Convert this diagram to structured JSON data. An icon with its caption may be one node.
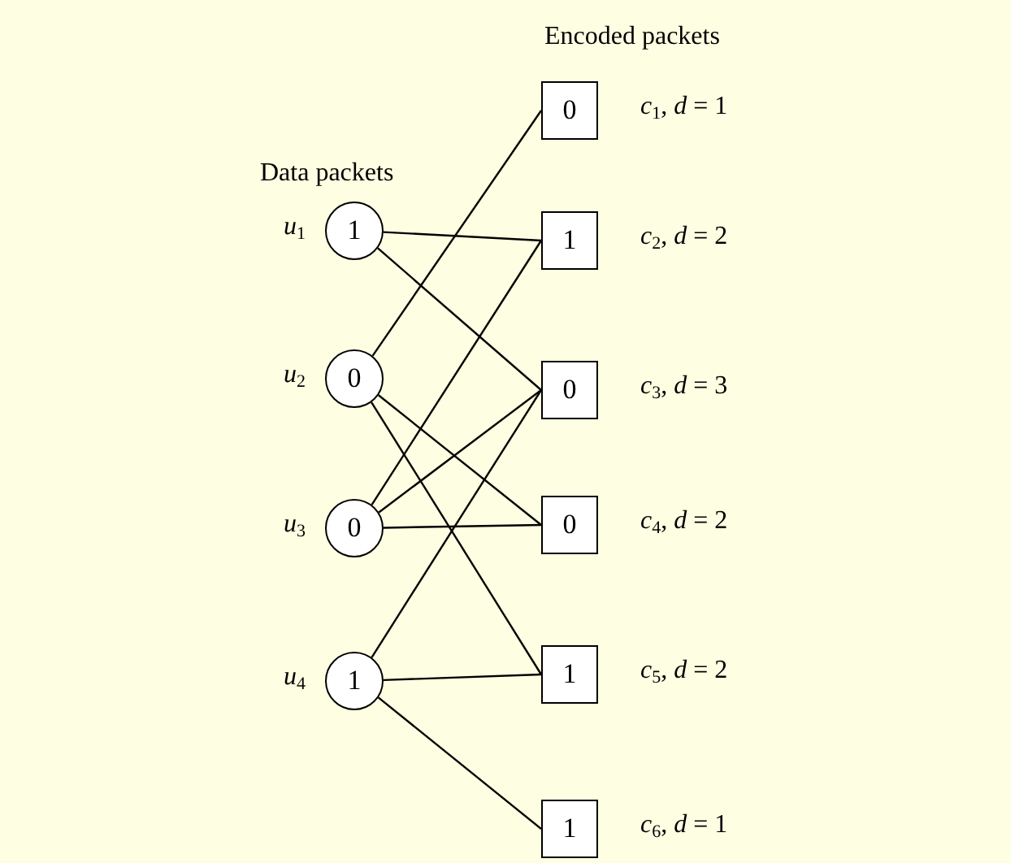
{
  "diagram": {
    "nodes": [
      {
        "text": [
          "1"
        ],
        "beside": [
          "*u*$_{1}$"
        ]
      },
      {
        "text": [
          "0"
        ],
        "beside": [
          "*u*$_{2}$"
        ]
      },
      {
        "text": [
          "0"
        ],
        "beside": [
          "*u*$_{3}$"
        ]
      },
      {
        "text": [
          "1"
        ],
        "beside": [
          "*u*$_{4}$"
        ]
      },
      {
        "text": [
          "0"
        ],
        "beside": [
          "*c*$_{1}$, *d* = 1"
        ]
      },
      {
        "text": [
          "1"
        ],
        "beside": [
          "*c*$_{2}$, *d* = 2"
        ]
      },
      {
        "text": [
          "0"
        ],
        "beside": [
          "*c*$_{3}$, *d* = 3"
        ]
      },
      {
        "text": [
          "0"
        ],
        "beside": [
          "*c*$_{4}$, *d* = 2"
        ]
      },
      {
        "text": [
          "1"
        ],
        "beside": [
          "*c*$_{5}$, *d* = 2"
        ]
      },
      {
        "text": [
          "1"
        ],
        "beside": [
          "*c*$_{6}$, *d* = 1"
        ]
      }
    ],
    "edges": [
      {
        "from": 0,
        "to": 5,
        "arrow": "none"
      },
      {
        "from": 0,
        "to": 6,
        "arrow": "none"
      },
      {
        "from": 1,
        "to": 4,
        "arrow": "none"
      },
      {
        "from": 1,
        "to": 7,
        "arrow": "none"
      },
      {
        "from": 1,
        "to": 8,
        "arrow": "none"
      },
      {
        "from": 2,
        "to": 5,
        "arrow": "none"
      },
      {
        "from": 2,
        "to": 6,
        "arrow": "none"
      },
      {
        "from": 2,
        "to": 7,
        "arrow": "none"
      },
      {
        "from": 3,
        "to": 6,
        "arrow": "none"
      },
      {
        "from": 3,
        "to": 8,
        "arrow": "none"
      },
      {
        "from": 3,
        "to": 9,
        "arrow": "none"
      }
    ],
    "labels": [
      "Encoded packets",
      "Data packets"
    ]
  }
}
